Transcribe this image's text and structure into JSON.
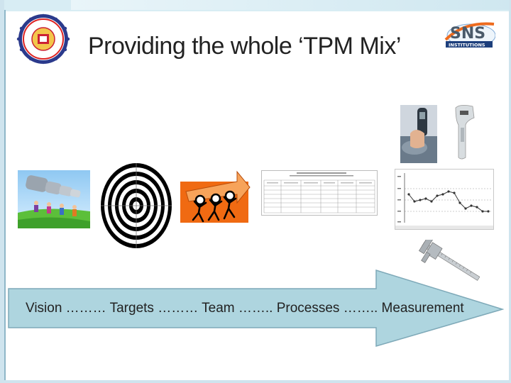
{
  "slide": {
    "title": "Providing the whole ‘TPM Mix’",
    "arrow_text": "Vision ……… Targets ……… Team …….. Processes …….. Measurement",
    "logo_right_text": "SNS",
    "logo_right_sub": "INSTITUTIONS"
  },
  "colors": {
    "accent_band": "#d8edf4",
    "arrow_fill": "#aed5df",
    "arrow_stroke": "#7ea9b8",
    "title_text": "#222222",
    "orange": "#f06a12",
    "logo_orange": "#ee6b1e"
  },
  "images": [
    {
      "name": "telescope-team-image"
    },
    {
      "name": "target-bullseye-image"
    },
    {
      "name": "team-carrying-arrow-image"
    },
    {
      "name": "process-form-document-image"
    },
    {
      "name": "control-chart-image"
    },
    {
      "name": "handheld-meter-image"
    },
    {
      "name": "infrared-thermometer-image"
    },
    {
      "name": "vernier-caliper-image"
    }
  ]
}
